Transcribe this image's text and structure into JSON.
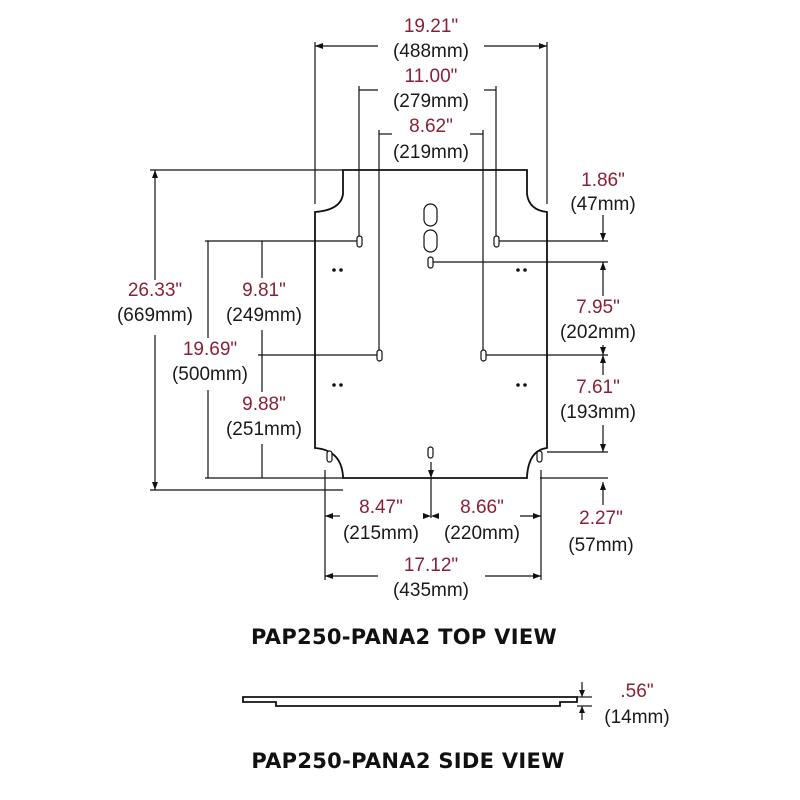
{
  "colors": {
    "inch": "#8a2035",
    "metric": "#1a1a1a",
    "line": "#111111"
  },
  "dimensions": {
    "overall_width": {
      "in": "19.21\"",
      "mm": "(488mm)"
    },
    "mid_width": {
      "in": "11.00\"",
      "mm": "(279mm)"
    },
    "inner_width": {
      "in": "8.62\"",
      "mm": "(219mm)"
    },
    "top_offset": {
      "in": "1.86\"",
      "mm": "(47mm)"
    },
    "overall_height": {
      "in": "26.33\"",
      "mm": "(669mm)"
    },
    "hole_span_upper": {
      "in": "9.81\"",
      "mm": "(249mm)"
    },
    "hole_span_total": {
      "in": "19.69\"",
      "mm": "(500mm)"
    },
    "hole_span_lower": {
      "in": "9.88\"",
      "mm": "(251mm)"
    },
    "right_upper": {
      "in": "7.95\"",
      "mm": "(202mm)"
    },
    "right_lower": {
      "in": "7.61\"",
      "mm": "(193mm)"
    },
    "bottom_left": {
      "in": "8.47\"",
      "mm": "(215mm)"
    },
    "bottom_right": {
      "in": "8.66\"",
      "mm": "(220mm)"
    },
    "bottom_offset": {
      "in": "2.27\"",
      "mm": "(57mm)"
    },
    "bottom_width": {
      "in": "17.12\"",
      "mm": "(435mm)"
    },
    "thickness": {
      "in": ".56\"",
      "mm": "(14mm)"
    }
  },
  "top_view_title": "PAP250-PANA2 TOP VIEW",
  "side_view_title": "PAP250-PANA2 SIDE VIEW"
}
